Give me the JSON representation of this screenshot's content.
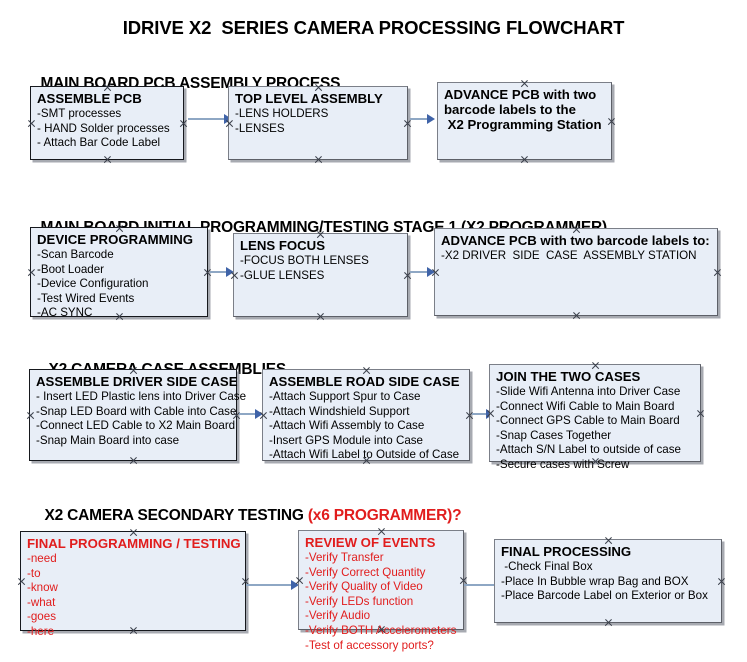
{
  "document": {
    "title": "IDRIVE X2  SERIES CAMERA PROCESSING FLOWCHART"
  },
  "sections": [
    {
      "id": "main-board-pcb-assembly-process",
      "heading": "MAIN BOARD PCB ASSEMBLY PROCESS",
      "heading_accent": "",
      "nodes": [
        {
          "id": "assemble-pcb",
          "title": "ASSEMBLE PCB",
          "lines": [
            "-SMT processes",
            "- HAND Solder processes",
            "- Attach Bar Code Label"
          ]
        },
        {
          "id": "top-level-assembly",
          "title": "TOP LEVEL ASSEMBLY",
          "lines": [
            "-LENS HOLDERS",
            "-LENSES"
          ]
        },
        {
          "id": "advance-pcb-to-x2-programming-station",
          "title": "ADVANCE PCB with two\nbarcode labels to the\n X2 Programming Station",
          "lines": []
        }
      ]
    },
    {
      "id": "main-board-initial-programming-testing-stage-1",
      "heading": "MAIN BOARD INITIAL PROGRAMMING/TESTING STAGE 1 (X2 PROGRAMMER)",
      "heading_accent": "",
      "nodes": [
        {
          "id": "device-programming",
          "title": "DEVICE PROGRAMMING",
          "lines": [
            "-Scan Barcode",
            "-Boot Loader",
            "-Device Configuration",
            "-Test Wired Events",
            "-AC SYNC"
          ]
        },
        {
          "id": "lens-focus",
          "title": "LENS FOCUS",
          "lines": [
            "-FOCUS BOTH LENSES",
            "-GLUE LENSES"
          ]
        },
        {
          "id": "advance-pcb-to-driver-side-case-assembly",
          "title": "ADVANCE PCB with two barcode labels to:",
          "lines": [
            "-X2 DRIVER  SIDE  CASE  ASSEMBLY STATION"
          ]
        }
      ]
    },
    {
      "id": "x2-camera-case-assemblies",
      "heading": "X2 CAMERA CASE ASSEMBLIES",
      "heading_accent": "",
      "nodes": [
        {
          "id": "assemble-driver-side-case",
          "title": "ASSEMBLE DRIVER SIDE CASE",
          "lines": [
            "- Insert LED Plastic lens into Driver Case",
            "-Snap LED Board with Cable into Case",
            "-Connect LED Cable to X2 Main Board",
            "-Snap Main Board into case"
          ]
        },
        {
          "id": "assemble-road-side-case",
          "title": "ASSEMBLE ROAD SIDE CASE",
          "lines": [
            "-Attach Support Spur to Case",
            "-Attach Windshield Support",
            "-Attach Wifi Assembly to Case",
            "-Insert GPS Module into Case",
            "-Attach Wifi Label to Outside of Case"
          ]
        },
        {
          "id": "join-the-two-cases",
          "title": "JOIN THE TWO CASES",
          "lines": [
            "-Slide Wifi Antenna into Driver Case",
            "-Connect Wifi Cable to Main Board",
            "-Connect GPS Cable to Main Board",
            "-Snap Cases Together",
            "-Attach S/N Label to outside of case",
            "-Secure cases with Screw"
          ]
        }
      ]
    },
    {
      "id": "x2-camera-secondary-testing",
      "heading": "X2 CAMERA SECONDARY TESTING ",
      "heading_accent": "(x6 PROGRAMMER)?",
      "nodes": [
        {
          "id": "final-programming-testing",
          "title": "FINAL PROGRAMMING / TESTING",
          "lines": [
            "-need",
            "-to",
            "-know",
            "-what",
            "-goes",
            "-here"
          ]
        },
        {
          "id": "review-of-events",
          "title": "REVIEW OF EVENTS",
          "lines": [
            "-Verify Transfer",
            "-Verify Correct Quantity",
            "-Verify Quality of Video",
            "-Verify LEDs function",
            "-Verify Audio",
            "-Verify BOTH Accelerometers",
            "-Test of accessory ports?"
          ]
        },
        {
          "id": "final-processing",
          "title": "FINAL PROCESSING",
          "lines": [
            " -Check Final Box",
            "-Place In Bubble wrap Bag and BOX",
            "-Place Barcode Label on Exterior or Box"
          ]
        }
      ]
    }
  ],
  "colors": {
    "node_fill": "#e8eef7",
    "node_border": "#16181d",
    "arrow_shaft": "#8ea7c4",
    "arrow_head": "#3f63a8",
    "accent_red": "#e11d1d",
    "text": "#000000"
  }
}
